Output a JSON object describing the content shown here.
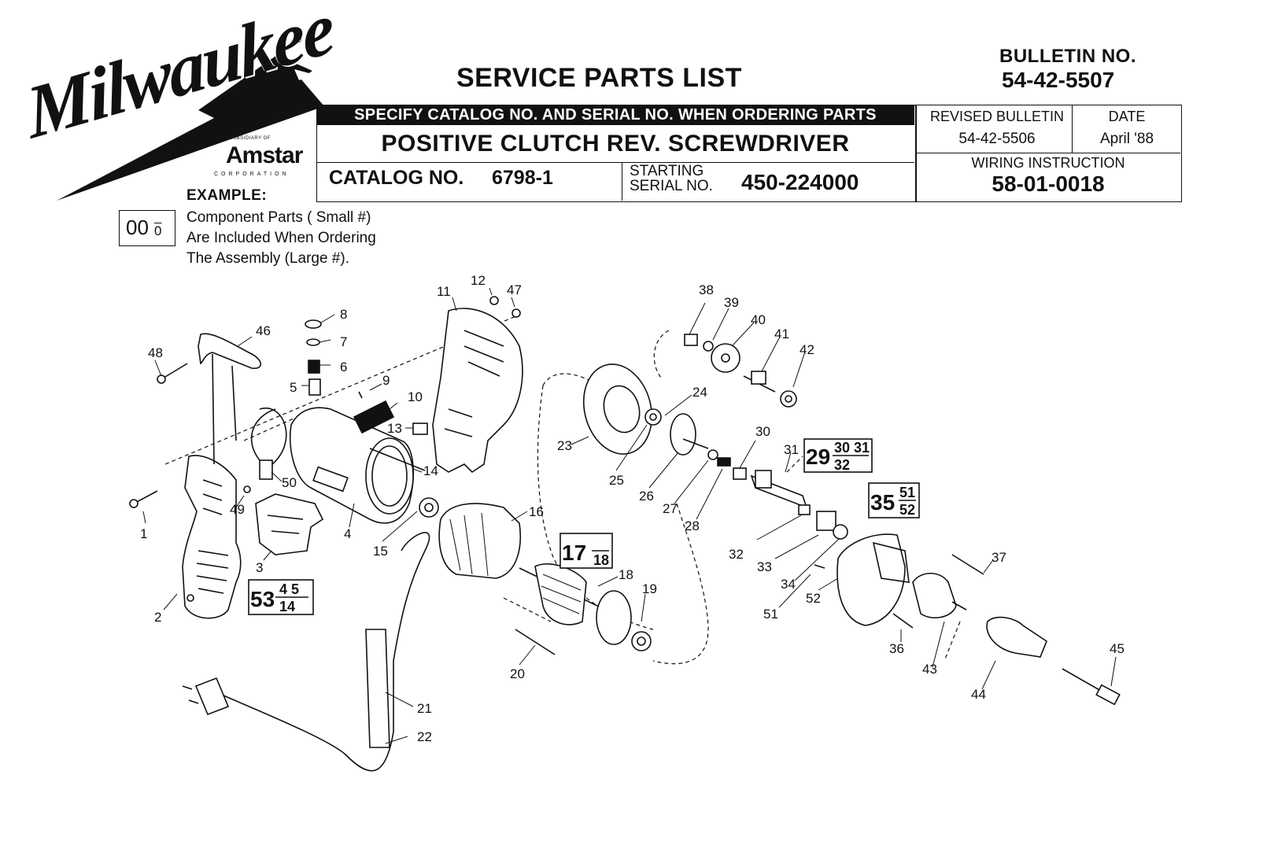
{
  "brand": {
    "logo_text": "Milwaukee",
    "registered_mark": "®",
    "parent_line": "A SUBSIDIARY OF",
    "parent_name": "Amstar",
    "parent_corp": "CORPORATION"
  },
  "header": {
    "title": "SERVICE PARTS LIST",
    "bulletin_label": "BULLETIN NO.",
    "bulletin_no": "54-42-5507",
    "specify_banner": "SPECIFY CATALOG NO. AND SERIAL NO. WHEN ORDERING PARTS",
    "product_name": "POSITIVE CLUTCH REV.  SCREWDRIVER",
    "catalog_label": "CATALOG NO.",
    "catalog_no": "6798-1",
    "starting_label_1": "STARTING",
    "starting_label_2": "SERIAL NO.",
    "serial_no": "450-224000",
    "revised_bulletin_label": "REVISED BULLETIN",
    "revised_bulletin_no": "54-42-5506",
    "date_label": "DATE",
    "date_value": "April '88",
    "wiring_label": "WIRING INSTRUCTION",
    "wiring_no": "58-01-0018"
  },
  "example": {
    "heading": "EXAMPLE:",
    "big_number": "00",
    "small_number": "0",
    "line_1": "Component Parts ( Small #)",
    "line_2": "Are Included When Ordering",
    "line_3": "The Assembly (Large #)."
  },
  "callouts": [
    {
      "id": "c1",
      "label": "1"
    },
    {
      "id": "c2",
      "label": "2"
    },
    {
      "id": "c3",
      "label": "3"
    },
    {
      "id": "c4",
      "label": "4"
    },
    {
      "id": "c5",
      "label": "5"
    },
    {
      "id": "c6",
      "label": "6"
    },
    {
      "id": "c7",
      "label": "7"
    },
    {
      "id": "c8",
      "label": "8"
    },
    {
      "id": "c9",
      "label": "9"
    },
    {
      "id": "c10",
      "label": "10"
    },
    {
      "id": "c11",
      "label": "11"
    },
    {
      "id": "c12",
      "label": "12"
    },
    {
      "id": "c13",
      "label": "13"
    },
    {
      "id": "c14",
      "label": "14"
    },
    {
      "id": "c15",
      "label": "15"
    },
    {
      "id": "c16",
      "label": "16"
    },
    {
      "id": "c18",
      "label": "18"
    },
    {
      "id": "c19",
      "label": "19"
    },
    {
      "id": "c20",
      "label": "20"
    },
    {
      "id": "c21",
      "label": "21"
    },
    {
      "id": "c22",
      "label": "22"
    },
    {
      "id": "c23",
      "label": "23"
    },
    {
      "id": "c24",
      "label": "24"
    },
    {
      "id": "c25",
      "label": "25"
    },
    {
      "id": "c26",
      "label": "26"
    },
    {
      "id": "c27",
      "label": "27"
    },
    {
      "id": "c28",
      "label": "28"
    },
    {
      "id": "c30",
      "label": "30"
    },
    {
      "id": "c31",
      "label": "31"
    },
    {
      "id": "c32",
      "label": "32"
    },
    {
      "id": "c33",
      "label": "33"
    },
    {
      "id": "c34",
      "label": "34"
    },
    {
      "id": "c36",
      "label": "36"
    },
    {
      "id": "c37",
      "label": "37"
    },
    {
      "id": "c38",
      "label": "38"
    },
    {
      "id": "c39",
      "label": "39"
    },
    {
      "id": "c40",
      "label": "40"
    },
    {
      "id": "c41",
      "label": "41"
    },
    {
      "id": "c42",
      "label": "42"
    },
    {
      "id": "c43",
      "label": "43"
    },
    {
      "id": "c44",
      "label": "44"
    },
    {
      "id": "c45",
      "label": "45"
    },
    {
      "id": "c46",
      "label": "46"
    },
    {
      "id": "c47",
      "label": "47"
    },
    {
      "id": "c48",
      "label": "48"
    },
    {
      "id": "c49",
      "label": "49"
    },
    {
      "id": "c50",
      "label": "50"
    },
    {
      "id": "c51",
      "label": "51"
    },
    {
      "id": "c52",
      "label": "52"
    }
  ],
  "kits": [
    {
      "id": "k53",
      "assembly": "53",
      "components_top": "4 5",
      "components_bottom": "14"
    },
    {
      "id": "k17",
      "assembly": "17",
      "components_top": "",
      "components_bottom": "18"
    },
    {
      "id": "k29",
      "assembly": "29",
      "components_top": "30 31",
      "components_bottom": "32"
    },
    {
      "id": "k35",
      "assembly": "35",
      "components_top": "51",
      "components_bottom": "52"
    }
  ]
}
